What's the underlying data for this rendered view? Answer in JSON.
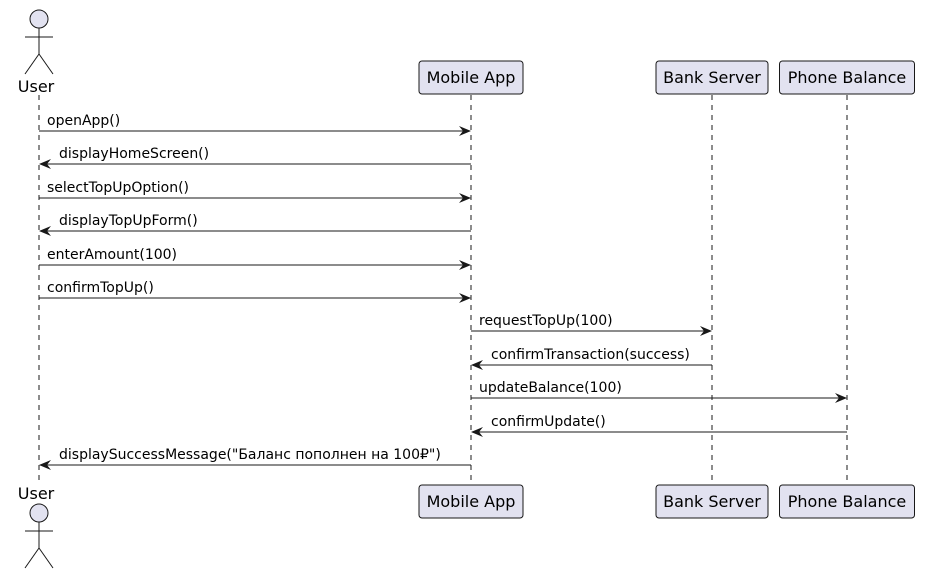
{
  "diagram": {
    "type": "sequence",
    "participants": [
      {
        "id": "user",
        "kind": "actor",
        "label": "User"
      },
      {
        "id": "app",
        "kind": "participant",
        "label": "Mobile App"
      },
      {
        "id": "bank",
        "kind": "participant",
        "label": "Bank Server"
      },
      {
        "id": "phone",
        "kind": "participant",
        "label": "Phone Balance"
      }
    ],
    "messages": [
      {
        "from": "user",
        "to": "app",
        "label": "openApp()"
      },
      {
        "from": "app",
        "to": "user",
        "label": "displayHomeScreen()"
      },
      {
        "from": "user",
        "to": "app",
        "label": "selectTopUpOption()"
      },
      {
        "from": "app",
        "to": "user",
        "label": "displayTopUpForm()"
      },
      {
        "from": "user",
        "to": "app",
        "label": "enterAmount(100)"
      },
      {
        "from": "user",
        "to": "app",
        "label": "confirmTopUp()"
      },
      {
        "from": "app",
        "to": "bank",
        "label": "requestTopUp(100)"
      },
      {
        "from": "bank",
        "to": "app",
        "label": "confirmTransaction(success)"
      },
      {
        "from": "app",
        "to": "phone",
        "label": "updateBalance(100)"
      },
      {
        "from": "phone",
        "to": "app",
        "label": "confirmUpdate()"
      },
      {
        "from": "app",
        "to": "user",
        "label": "displaySuccessMessage(\"Баланс пополнен на 100₽\")"
      }
    ],
    "colors": {
      "participant_fill": "#e2e2f0",
      "participant_border": "#181818",
      "lifeline": "#181818",
      "arrow": "#181818",
      "text": "#000000"
    }
  }
}
